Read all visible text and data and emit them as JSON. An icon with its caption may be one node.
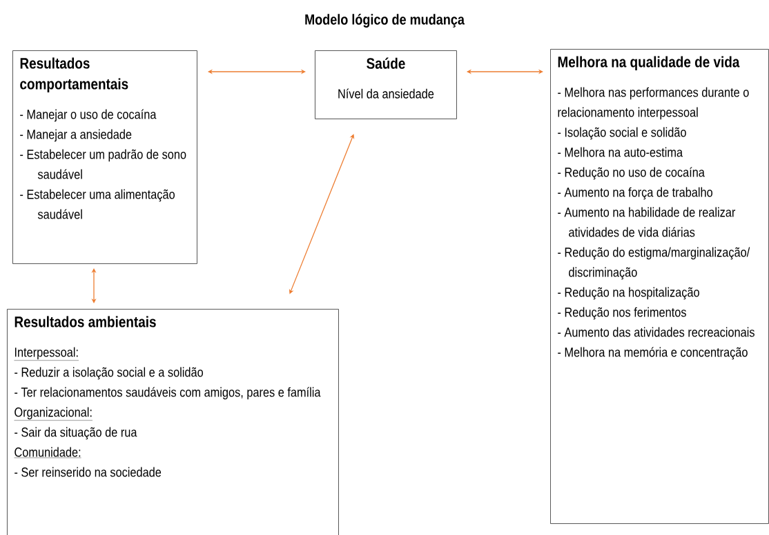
{
  "diagram": {
    "title": "Modelo lógico de mudança",
    "nodes": [
      {
        "text": [
          "Resultados comportamentais",
          "- Manejar o uso de cocaína",
          "- Manejar a ansiedade",
          "- Estabelecer um padrão de sono saudável",
          "- Estabelecer uma alimentação saudável"
        ]
      },
      {
        "text": [
          "Saúde",
          "Nível da ansiedade"
        ]
      },
      {
        "text": [
          "Melhora na qualidade de vida",
          "- Melhora nas performances durante o relacionamento interpessoal",
          "- Isolação social e solidão",
          "- Melhora na auto-estima",
          "- Redução no uso de cocaína",
          "- Aumento na força de trabalho",
          "- Aumento na habilidade de realizar atividades de vida diárias",
          "- Redução do estigma/marginalização/ discriminação",
          "- Redução na hospitalização",
          "- Redução nos ferimentos",
          "- Aumento das atividades recreacionais",
          "- Melhora na memória e concentração"
        ]
      },
      {
        "text": [
          "Resultados ambientais",
          "Interpessoal:",
          "- Reduzir a isolação social e a solidão",
          "- Ter relacionamentos saudáveis com amigos, pares e família",
          "Organizacional:",
          "- Sair da situação de rua",
          "Comunidade:",
          "- Ser reinserido na sociedade"
        ]
      }
    ],
    "edges": [
      {
        "from": 0,
        "to": 1,
        "arrow": "both"
      },
      {
        "from": 1,
        "to": 2,
        "arrow": "both"
      },
      {
        "from": 0,
        "to": 3,
        "arrow": "both"
      },
      {
        "from": 1,
        "to": 3,
        "arrow": "both"
      }
    ]
  }
}
